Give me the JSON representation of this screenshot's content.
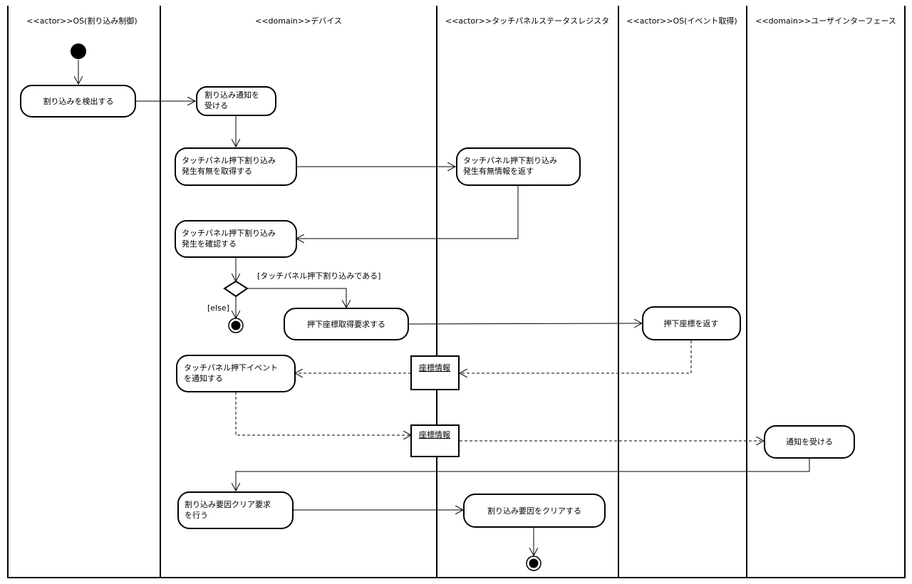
{
  "lanes": [
    {
      "title": "<<actor>>OS(割り込み制御)"
    },
    {
      "title": "<<domain>>デバイス"
    },
    {
      "title": "<<actor>>タッチパネルステータスレジスタ"
    },
    {
      "title": "<<actor>>OS(イベント取得)"
    },
    {
      "title": "<<domain>>ユーザインターフェース"
    }
  ],
  "activities": {
    "detect_interrupt": {
      "lines": [
        "割り込みを検出する"
      ]
    },
    "receive_interrupt": {
      "lines": [
        "割り込み通知を",
        "受ける"
      ]
    },
    "get_touch_interrupt": {
      "lines": [
        "タッチパネル押下割り込み",
        "発生有無を取得する"
      ]
    },
    "return_touch_info": {
      "lines": [
        "タッチパネル押下割り込み",
        "発生有無情報を返す"
      ]
    },
    "confirm_touch": {
      "lines": [
        "タッチパネル押下割り込み",
        "発生を確認する"
      ]
    },
    "request_coords": {
      "lines": [
        "押下座標取得要求する"
      ]
    },
    "return_coords": {
      "lines": [
        "押下座標を返す"
      ]
    },
    "notify_event": {
      "lines": [
        "タッチパネル押下イベント",
        "を通知する"
      ]
    },
    "receive_notice": {
      "lines": [
        "通知を受ける"
      ]
    },
    "clear_request": {
      "lines": [
        "割り込み要因クリア要求",
        "を行う"
      ]
    },
    "clear_factor": {
      "lines": [
        "割り込み要因をクリアする"
      ]
    }
  },
  "objects": {
    "coord_info_1": "座標情報",
    "coord_info_2": "座標情報"
  },
  "guards": {
    "touch_yes": "[タッチパネル押下割り込みである]",
    "else": "[else]"
  }
}
